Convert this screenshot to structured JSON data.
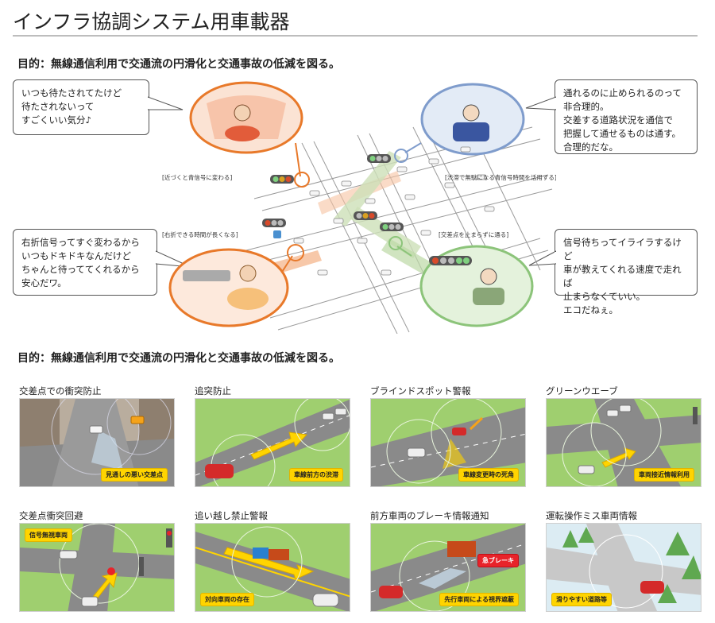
{
  "page": {
    "title": "インフラ協調システム用車載器",
    "purpose_top": "目的：無線通信利用で交通流の円滑化と交通事故の低減を図る。",
    "purpose_bottom": "目的：無線通信利用で交通流の円滑化と交通事故の低減を図る。"
  },
  "bubbles": {
    "top_left": "いつも待たされてたけど\n待たされないって\nすごくいい気分♪",
    "top_right": "通れるのに止められるのって\n非合理的。\n交差する道路状況を通信で\n把握して通せるものは通す。\n合理的だな。",
    "bottom_left": "右折信号ってすぐ変わるから\nいつもドキドキなんだけど\nちゃんと待っててくれるから\n安心だワ。",
    "bottom_right": "信号待ちってイライラするけど\n車が教えてくれる速度で走れば\n止まらなくていい。\nエコだねぇ。"
  },
  "scene_tags": {
    "near_green": "[近づくと青信号に変わる]",
    "wasted_green": "[渋滞で無駄になる青信号時間を活用する]",
    "right_turn": "[右折できる時間が長くなる]",
    "no_stop": "[交差点を止まらずに通る]"
  },
  "grid": [
    {
      "label": "交差点での衝突防止",
      "badge": "見通しの悪い交差点",
      "badge_style": "yellow"
    },
    {
      "label": "追突防止",
      "badge": "車線前方の渋滞",
      "badge_style": "yellow"
    },
    {
      "label": "ブラインドスポット警報",
      "badge": "車線変更時の死角",
      "badge_style": "yellow"
    },
    {
      "label": "グリーンウエーブ",
      "badge": "車両接近情報利用",
      "badge_style": "yellow"
    },
    {
      "label": "交差点衝突回避",
      "badge": "信号無視車両",
      "badge_style": "yellow"
    },
    {
      "label": "追い越し禁止警報",
      "badge": "対向車両の存在",
      "badge_style": "yellow"
    },
    {
      "label": "前方車両のブレーキ情報通知",
      "badge": "先行車両による視界遮蔽",
      "badge_style": "yellow",
      "extra_badge": "急ブレーキ"
    },
    {
      "label": "運転操作ミス車両情報",
      "badge": "滑りやすい道路等",
      "badge_style": "yellow"
    }
  ],
  "colors": {
    "orange": "#e8792a",
    "blue": "#7f9ccc",
    "green": "#8cc47a",
    "yellow_badge": "#ffd400",
    "grass": "#9fcf6f",
    "road": "#8a8a8a"
  }
}
